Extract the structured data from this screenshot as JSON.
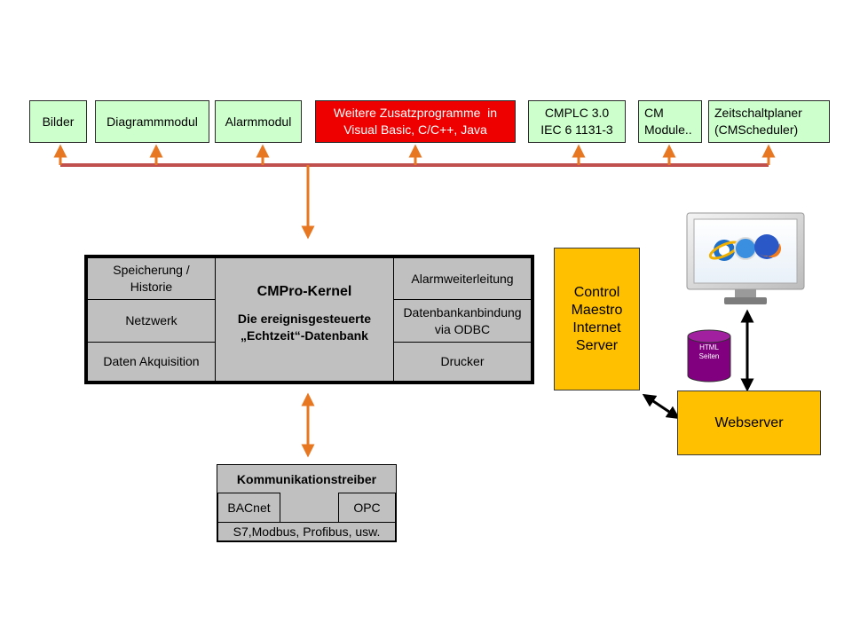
{
  "modules": [
    {
      "id": "bilder",
      "text": "Bilder"
    },
    {
      "id": "diagrammmodul",
      "text": "Diagrammmodul"
    },
    {
      "id": "alarmmodul",
      "text": "Alarmmodul"
    },
    {
      "id": "zusatzprogramme",
      "text": "Weitere Zusatzprogramme  in\nVisual Basic, C/C++, Java"
    },
    {
      "id": "cmplc",
      "text": "CMPLC 3.0\nIEC 6 1131-3"
    },
    {
      "id": "cm-module",
      "text": "CM\nModule.."
    },
    {
      "id": "zeitschaltplaner",
      "text": "Zeitschaltplaner\n(CMScheduler)"
    }
  ],
  "kernel": {
    "title": "CMPro-Kernel",
    "subtitle": "Die ereignisgesteuerte\n„Echtzeit“-Datenbank",
    "left": [
      "Speicherung /\nHistorie",
      "Netzwerk",
      "Daten Akquisition"
    ],
    "right": [
      "Alarmweiterleitung",
      "Datenbankanbindung\nvia ODBC",
      "Drucker"
    ]
  },
  "driver": {
    "title": "Kommunikationstreiber",
    "bacnet": "BACnet",
    "opc": "OPC",
    "bottom": "S7,Modbus, Profibus, usw."
  },
  "internet_server": "Control\nMaestro\nInternet\nServer",
  "webserver": "Webserver",
  "html_db": "HTML\nSeiten",
  "colors": {
    "module_green": "#ccffcc",
    "module_red": "#ee0000",
    "arrow_orange": "#e87722",
    "bus_line": "#c0504d",
    "kernel_gray": "#c0c0c0",
    "server_yellow": "#ffc000",
    "db_purple": "#800080"
  }
}
